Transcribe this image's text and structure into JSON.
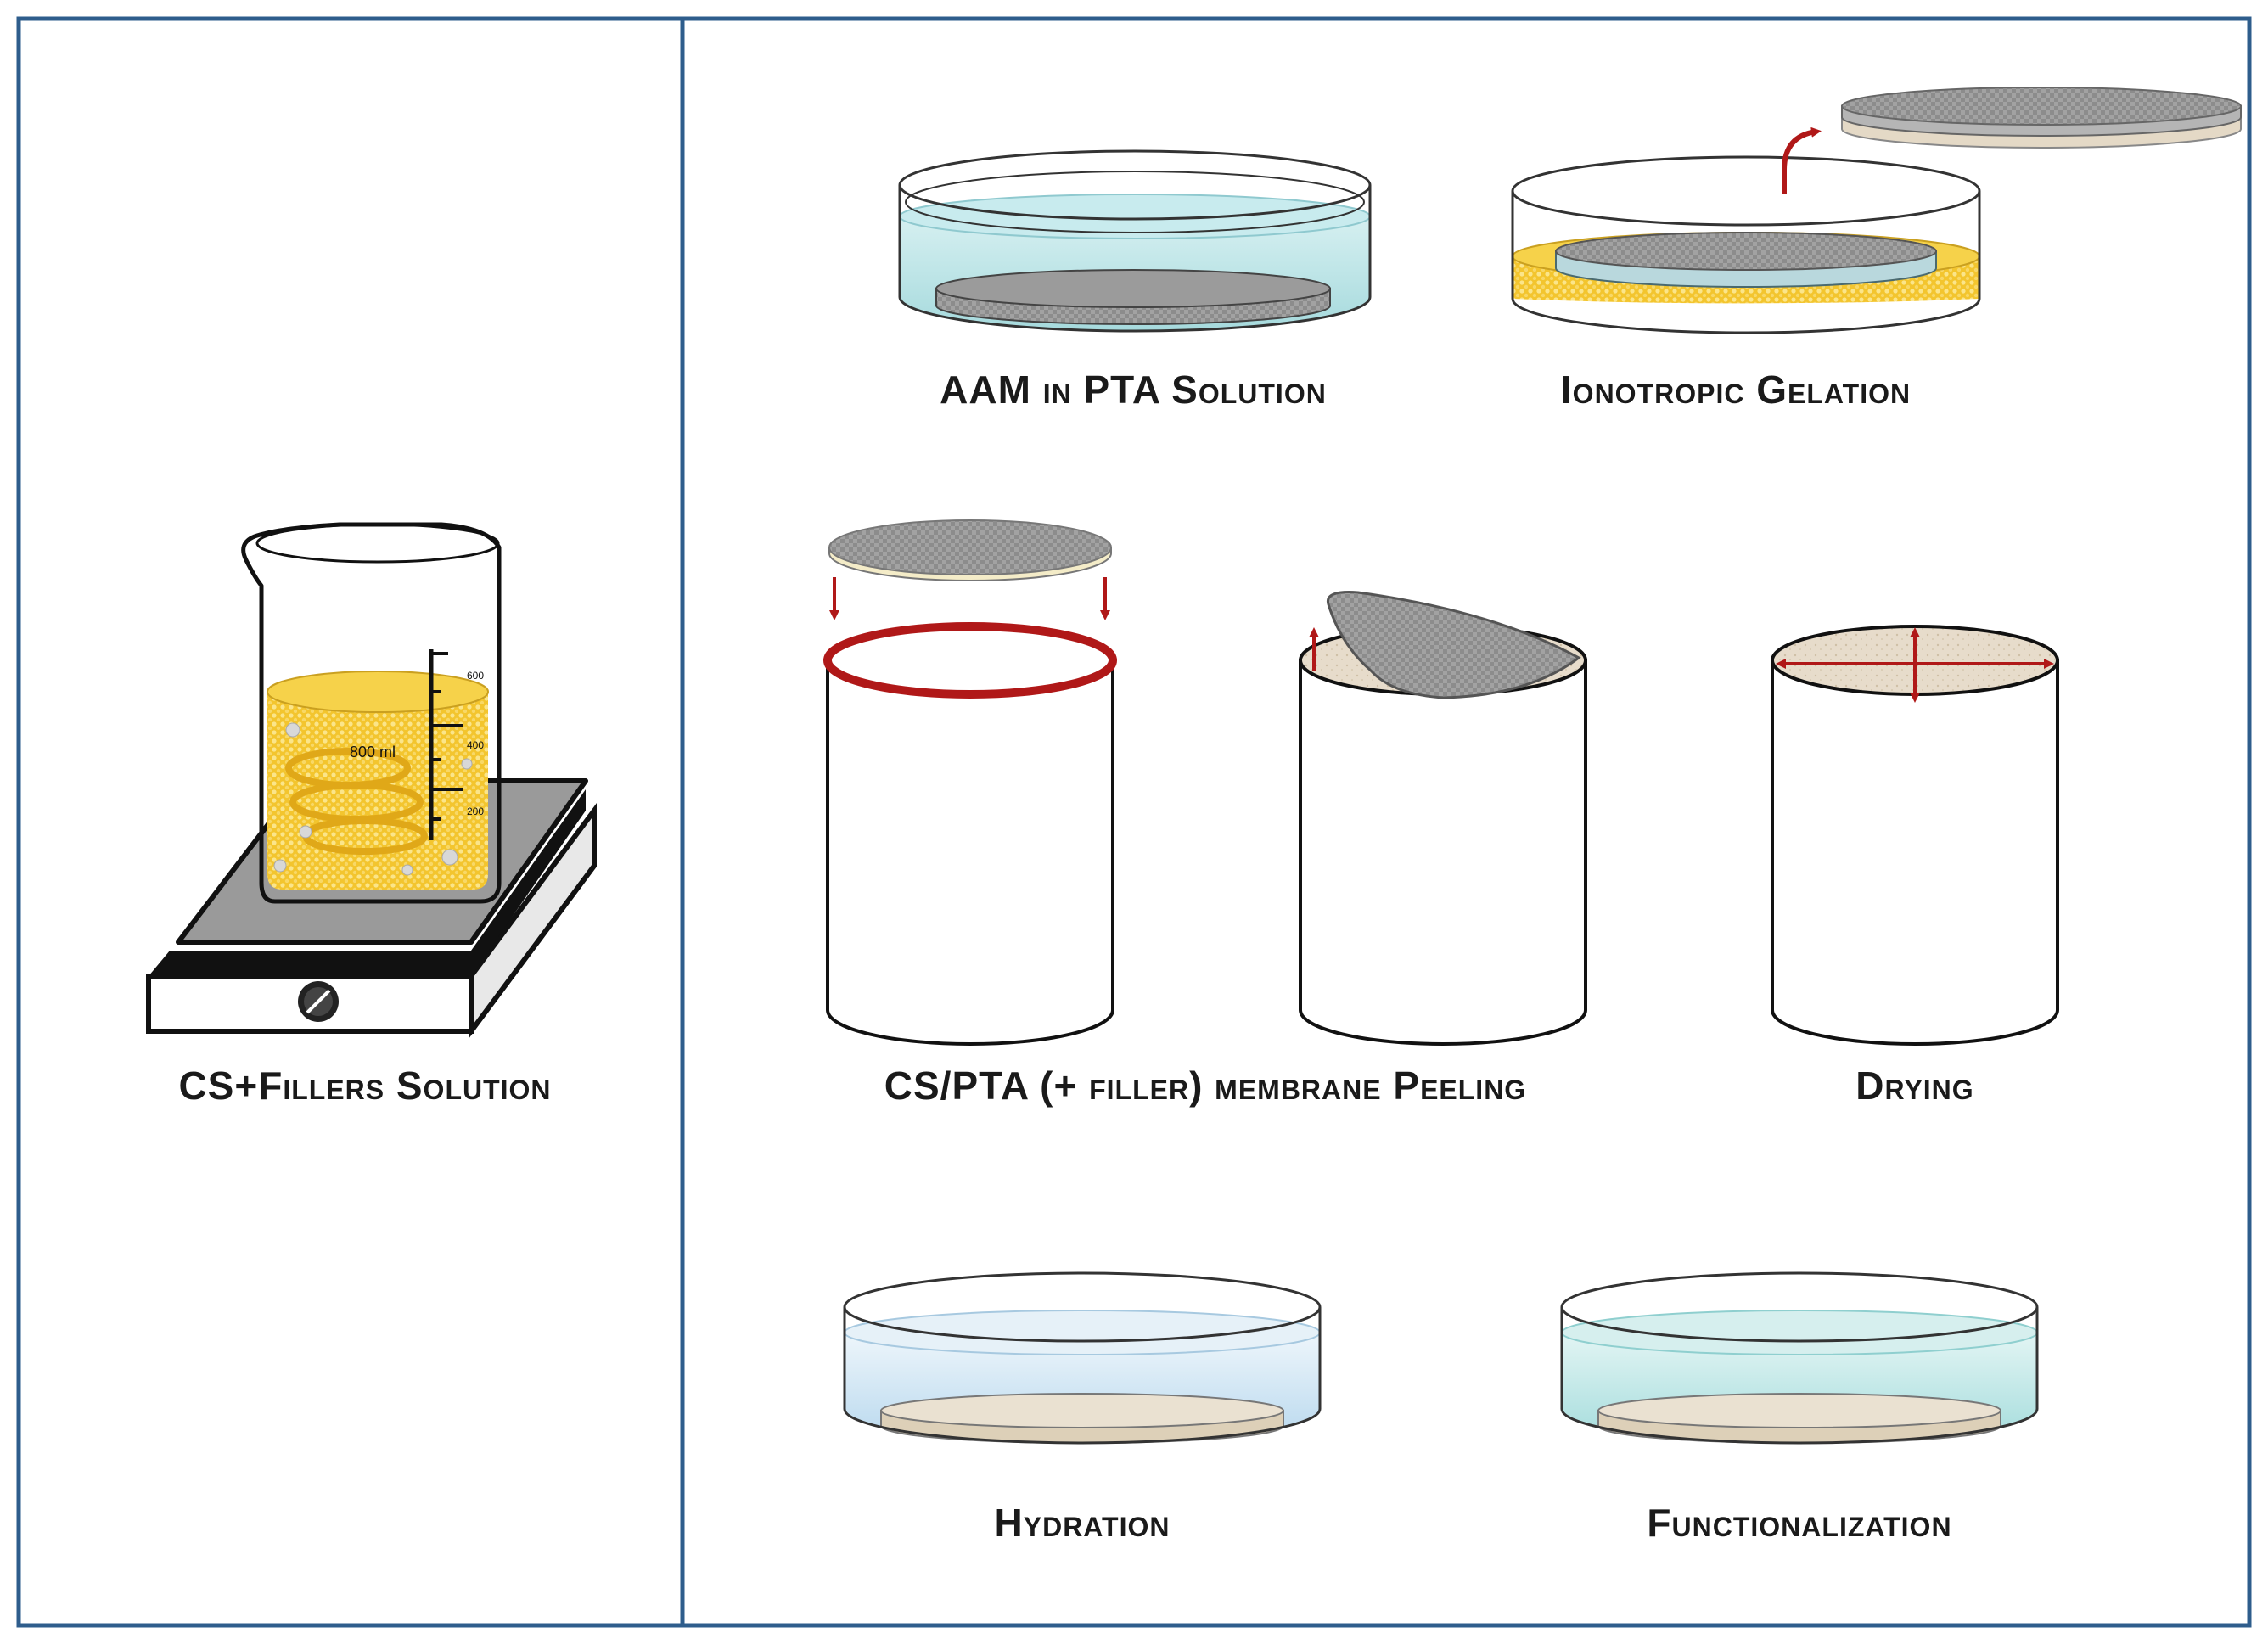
{
  "panels": {
    "left": {
      "caption": "CS+Fillers Solution",
      "beaker_volume_label": "800 ml",
      "beaker_ticks": [
        "600",
        "400",
        "200"
      ]
    },
    "right": {
      "steps": {
        "aam": "AAM in PTA Solution",
        "gelation": "Ionotropic Gelation",
        "peeling": "CS/PTA (+ filler) membrane Peeling",
        "drying": "Drying",
        "hydration": "Hydration",
        "functionalization": "Functionalization"
      }
    }
  },
  "colors": {
    "frame_border": "#2e5d8c",
    "solution_yellow": "#f2c230",
    "pta_cyan": "#bfe6ea",
    "membrane_gray": "#8a8a8a",
    "membrane_beige": "#e4d9c6",
    "arrow_red": "#b01818"
  }
}
